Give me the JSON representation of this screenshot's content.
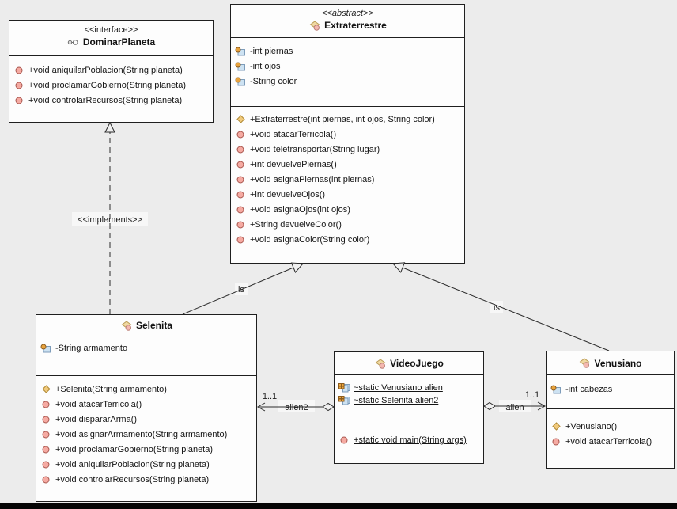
{
  "colors": {
    "background": "#ececec",
    "box_fill": "#fdfdfd",
    "border": "#1f1f1f",
    "bottom_bar": "#050505",
    "method_icon": "#f5aaa2",
    "constructor_icon": "#f1ca7c",
    "field_icon_blue": "#cde2f2",
    "field_icon_orange": "#e8a33d"
  },
  "classes": [
    {
      "stereotype": "<<interface>>",
      "name": "DominarPlaneta",
      "icon": "interface",
      "attributes": [],
      "methods": [
        {
          "icon": "method",
          "text": "+void aniquilarPoblacion(String planeta)"
        },
        {
          "icon": "method",
          "text": "+void proclamarGobierno(String planeta)"
        },
        {
          "icon": "method",
          "text": "+void controlarRecursos(String planeta)"
        }
      ]
    },
    {
      "stereotype": "<<abstract>>",
      "name": "Extraterrestre",
      "icon": "class",
      "attributes": [
        {
          "icon": "field",
          "text": "-int piernas"
        },
        {
          "icon": "field",
          "text": "-int ojos"
        },
        {
          "icon": "field",
          "text": "-String color"
        }
      ],
      "methods": [
        {
          "icon": "constructor",
          "text": "+Extraterrestre(int piernas, int ojos, String color)"
        },
        {
          "icon": "method",
          "text": "+void atacarTerricola()"
        },
        {
          "icon": "method",
          "text": "+void teletransportar(String lugar)"
        },
        {
          "icon": "method",
          "text": "+int devuelvePiernas()"
        },
        {
          "icon": "method",
          "text": "+void asignaPiernas(int piernas)"
        },
        {
          "icon": "method",
          "text": "+int devuelveOjos()"
        },
        {
          "icon": "method",
          "text": "+void asignaOjos(int ojos)"
        },
        {
          "icon": "method",
          "text": "+String devuelveColor()"
        },
        {
          "icon": "method",
          "text": "+void asignaColor(String color)"
        }
      ]
    },
    {
      "stereotype": "",
      "name": "Selenita",
      "icon": "class",
      "attributes": [
        {
          "icon": "field",
          "text": "-String armamento"
        }
      ],
      "methods": [
        {
          "icon": "constructor",
          "text": "+Selenita(String armamento)"
        },
        {
          "icon": "method",
          "text": "+void atacarTerricola()"
        },
        {
          "icon": "method",
          "text": "+void dispararArma()"
        },
        {
          "icon": "method",
          "text": "+void asignarArmamento(String armamento)"
        },
        {
          "icon": "method",
          "text": "+void proclamarGobierno(String planeta)"
        },
        {
          "icon": "method",
          "text": "+void aniquilarPoblacion(String planeta)"
        },
        {
          "icon": "method",
          "text": "+void controlarRecursos(String planeta)"
        }
      ]
    },
    {
      "stereotype": "",
      "name": "VideoJuego",
      "icon": "class",
      "attributes": [
        {
          "icon": "static-field",
          "text": "~static Venusiano alien",
          "underline": true
        },
        {
          "icon": "static-field",
          "text": "~static Selenita alien2",
          "underline": true
        }
      ],
      "methods": [
        {
          "icon": "method",
          "text": "+static void main(String args)",
          "underline": true
        }
      ]
    },
    {
      "stereotype": "",
      "name": "Venusiano",
      "icon": "class",
      "attributes": [
        {
          "icon": "field",
          "text": "-int cabezas"
        }
      ],
      "methods": [
        {
          "icon": "constructor",
          "text": "+Venusiano()"
        },
        {
          "icon": "method",
          "text": "+void atacarTerricola()"
        }
      ]
    }
  ],
  "relations": {
    "implements_label": "<<implements>>",
    "is_left": "is",
    "is_right": "is",
    "assoc_left": {
      "name": "alien2",
      "mult": "1..1"
    },
    "assoc_right": {
      "name": "alien",
      "mult": "1..1"
    }
  }
}
